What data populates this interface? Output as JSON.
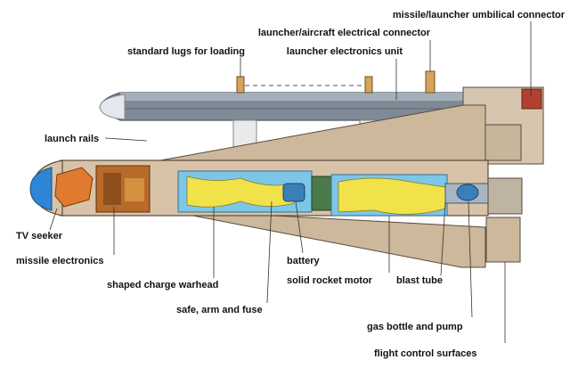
{
  "diagram": {
    "labels": {
      "umbilical": "missile/launcher umbilical connector",
      "electrical": "launcher/aircraft electrical connector",
      "lugs": "standard lugs for loading",
      "launcher_unit": "launcher electronics unit",
      "rails": "launch rails",
      "seeker": "TV seeker",
      "missile_electronics": "missile electronics",
      "warhead": "shaped charge warhead",
      "safe_arm": "safe, arm and fuse",
      "battery": "battery",
      "rocket_motor": "solid rocket motor",
      "blast_tube": "blast tube",
      "gas_bottle": "gas bottle and pump",
      "control_surfaces": "flight control surfaces"
    },
    "colors": {
      "rail": "#7f8a96",
      "body": "#d8c3a8",
      "fin": "#cdb89c",
      "outline": "#5a4a3a",
      "seeker": "#2f86d6",
      "electronics": "#b86a2a",
      "warhead": "#e89a2a",
      "propellant": "#f2e24a",
      "cavity": "#7cc7e8",
      "battery": "#3c7fb8",
      "leader": "#333333",
      "umbilical": "#cc3b2a"
    }
  }
}
